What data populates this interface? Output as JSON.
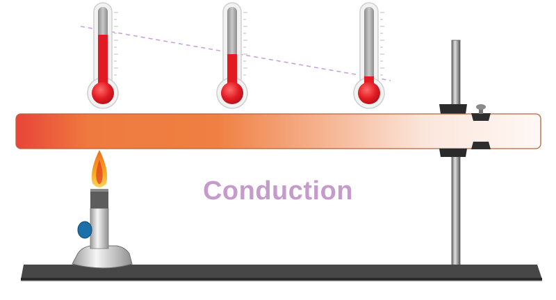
{
  "diagram": {
    "title": "Conduction",
    "title_color": "#c59bcb",
    "rod": {
      "gradient_stops": [
        "#e8453a",
        "#ef7a3f",
        "#ef7f42",
        "#f6b796",
        "#fbe6dc",
        "#fff8f5"
      ],
      "border_color": "#b5643d"
    },
    "thermometers": [
      {
        "position": "left",
        "fill_level": 0.78
      },
      {
        "position": "middle",
        "fill_level": 0.58
      },
      {
        "position": "right",
        "fill_level": 0.2
      }
    ],
    "trend_line_color": "#c9a2d6",
    "burner": {
      "flame_colors": [
        "#f7a826",
        "#e2401c"
      ],
      "knob_color": "#1c6fa8"
    },
    "stand": {
      "base_color": "#474747",
      "rod_color": "#8a8a8a",
      "clamp_color": "#2a2a2a"
    }
  }
}
